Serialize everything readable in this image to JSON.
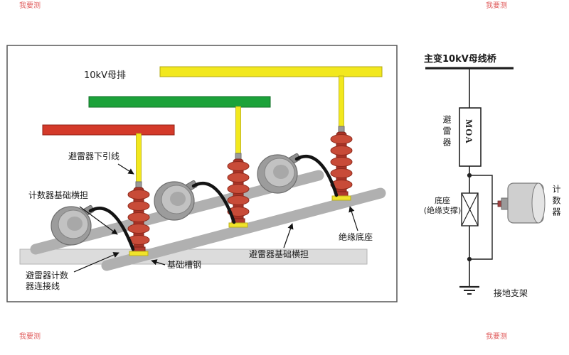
{
  "watermark": "我要测",
  "panel": {
    "busbar_label": "10kV母排",
    "down_lead": "避雷器下引线",
    "counter_crossarm": "计数器基础横担",
    "counter_connection": "避雷器计数\n器连接线",
    "channel_steel": "基础槽钢",
    "arrester_crossarm": "避雷器基础横担",
    "insulating_base": "绝缘底座"
  },
  "schematic": {
    "title": "主变10kV母线桥",
    "moa": "MOA",
    "arrester": "避雷器",
    "base": "底座\n(绝缘支撑)",
    "counter": "计数器",
    "ground": "接地支架"
  },
  "colors": {
    "busbar_red": "#d43a2a",
    "busbar_green": "#1ca23a",
    "busbar_yellow": "#f2e81e",
    "arrester_red": "#b8382a",
    "metal_gray": "#b0b0b0",
    "wire_black": "#141414",
    "watermark_red": "#e05b5b"
  }
}
